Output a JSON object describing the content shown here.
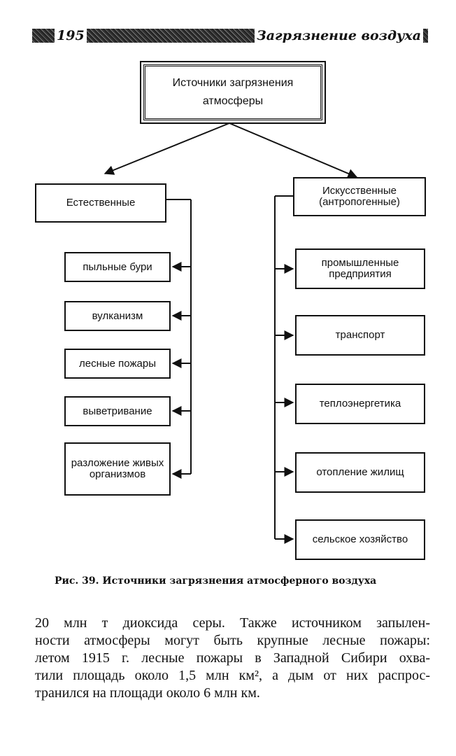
{
  "header": {
    "page_number": "195",
    "chapter_title": "Загрязнение воздуха"
  },
  "diagram": {
    "root": {
      "line1": "Источники загрязнения",
      "line2": "атмосферы"
    },
    "natural": {
      "title": "Естественные",
      "items": [
        "пыльные бури",
        "вулканизм",
        "лесные пожары",
        "выветривание",
        "разложение живых организмов"
      ]
    },
    "artificial": {
      "title_line1": "Искусственные",
      "title_line2": "(антропогенные)",
      "items": [
        "промышленные предприятия",
        "транспорт",
        "теплоэнергетика",
        "отопление жилищ",
        "сельское хозяйство"
      ]
    }
  },
  "caption": "Рис. 39. Источники загрязнения атмосферного воздуха",
  "body": {
    "lines": [
      "20 млн т диоксида серы. Также источником запылен-",
      "ности атмосферы могут быть крупные лесные пожары:",
      "летом 1915 г. лесные пожары в Западной Сибири охва-",
      "тили площадь около 1,5 млн км², а дым от них распрос-",
      "транился на площади около 6 млн км."
    ]
  }
}
